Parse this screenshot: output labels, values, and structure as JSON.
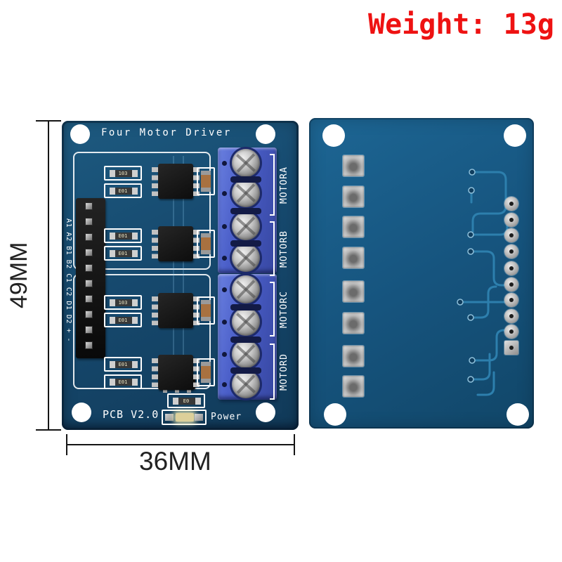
{
  "annotations": {
    "weight": "Weight: 13g",
    "height_label": "49MM",
    "width_label": "36MM"
  },
  "front_board": {
    "title": "Four Motor Driver",
    "version_label": "PCB V2.0",
    "power_label": "Power",
    "pin_header_labels": "A1 A2 B1 B2 C1 C2 D1 D2 + -",
    "motor_labels": [
      "MOTORA",
      "MOTORB",
      "MOTORC",
      "MOTORD"
    ],
    "channels": [
      {
        "resistor_top": "103",
        "resistor_bottom": "E01"
      },
      {
        "resistor_top": "E01",
        "resistor_bottom": "E01"
      },
      {
        "resistor_top": "103",
        "resistor_bottom": "E01"
      },
      {
        "resistor_top": "E01",
        "resistor_bottom": "E01"
      }
    ],
    "power_resistor_mark": "E0",
    "pin_count": 10,
    "terminal_screw_count": 8
  },
  "back_board": {
    "square_pad_count": 8,
    "round_pad_count": 9
  },
  "colors": {
    "pcb_front": "#16496e",
    "pcb_back": "#16547e",
    "terminal_blue": "#4a5ec8",
    "silkscreen": "#ffffff",
    "weight_text": "#ee1212",
    "dimension_text": "#222222"
  }
}
